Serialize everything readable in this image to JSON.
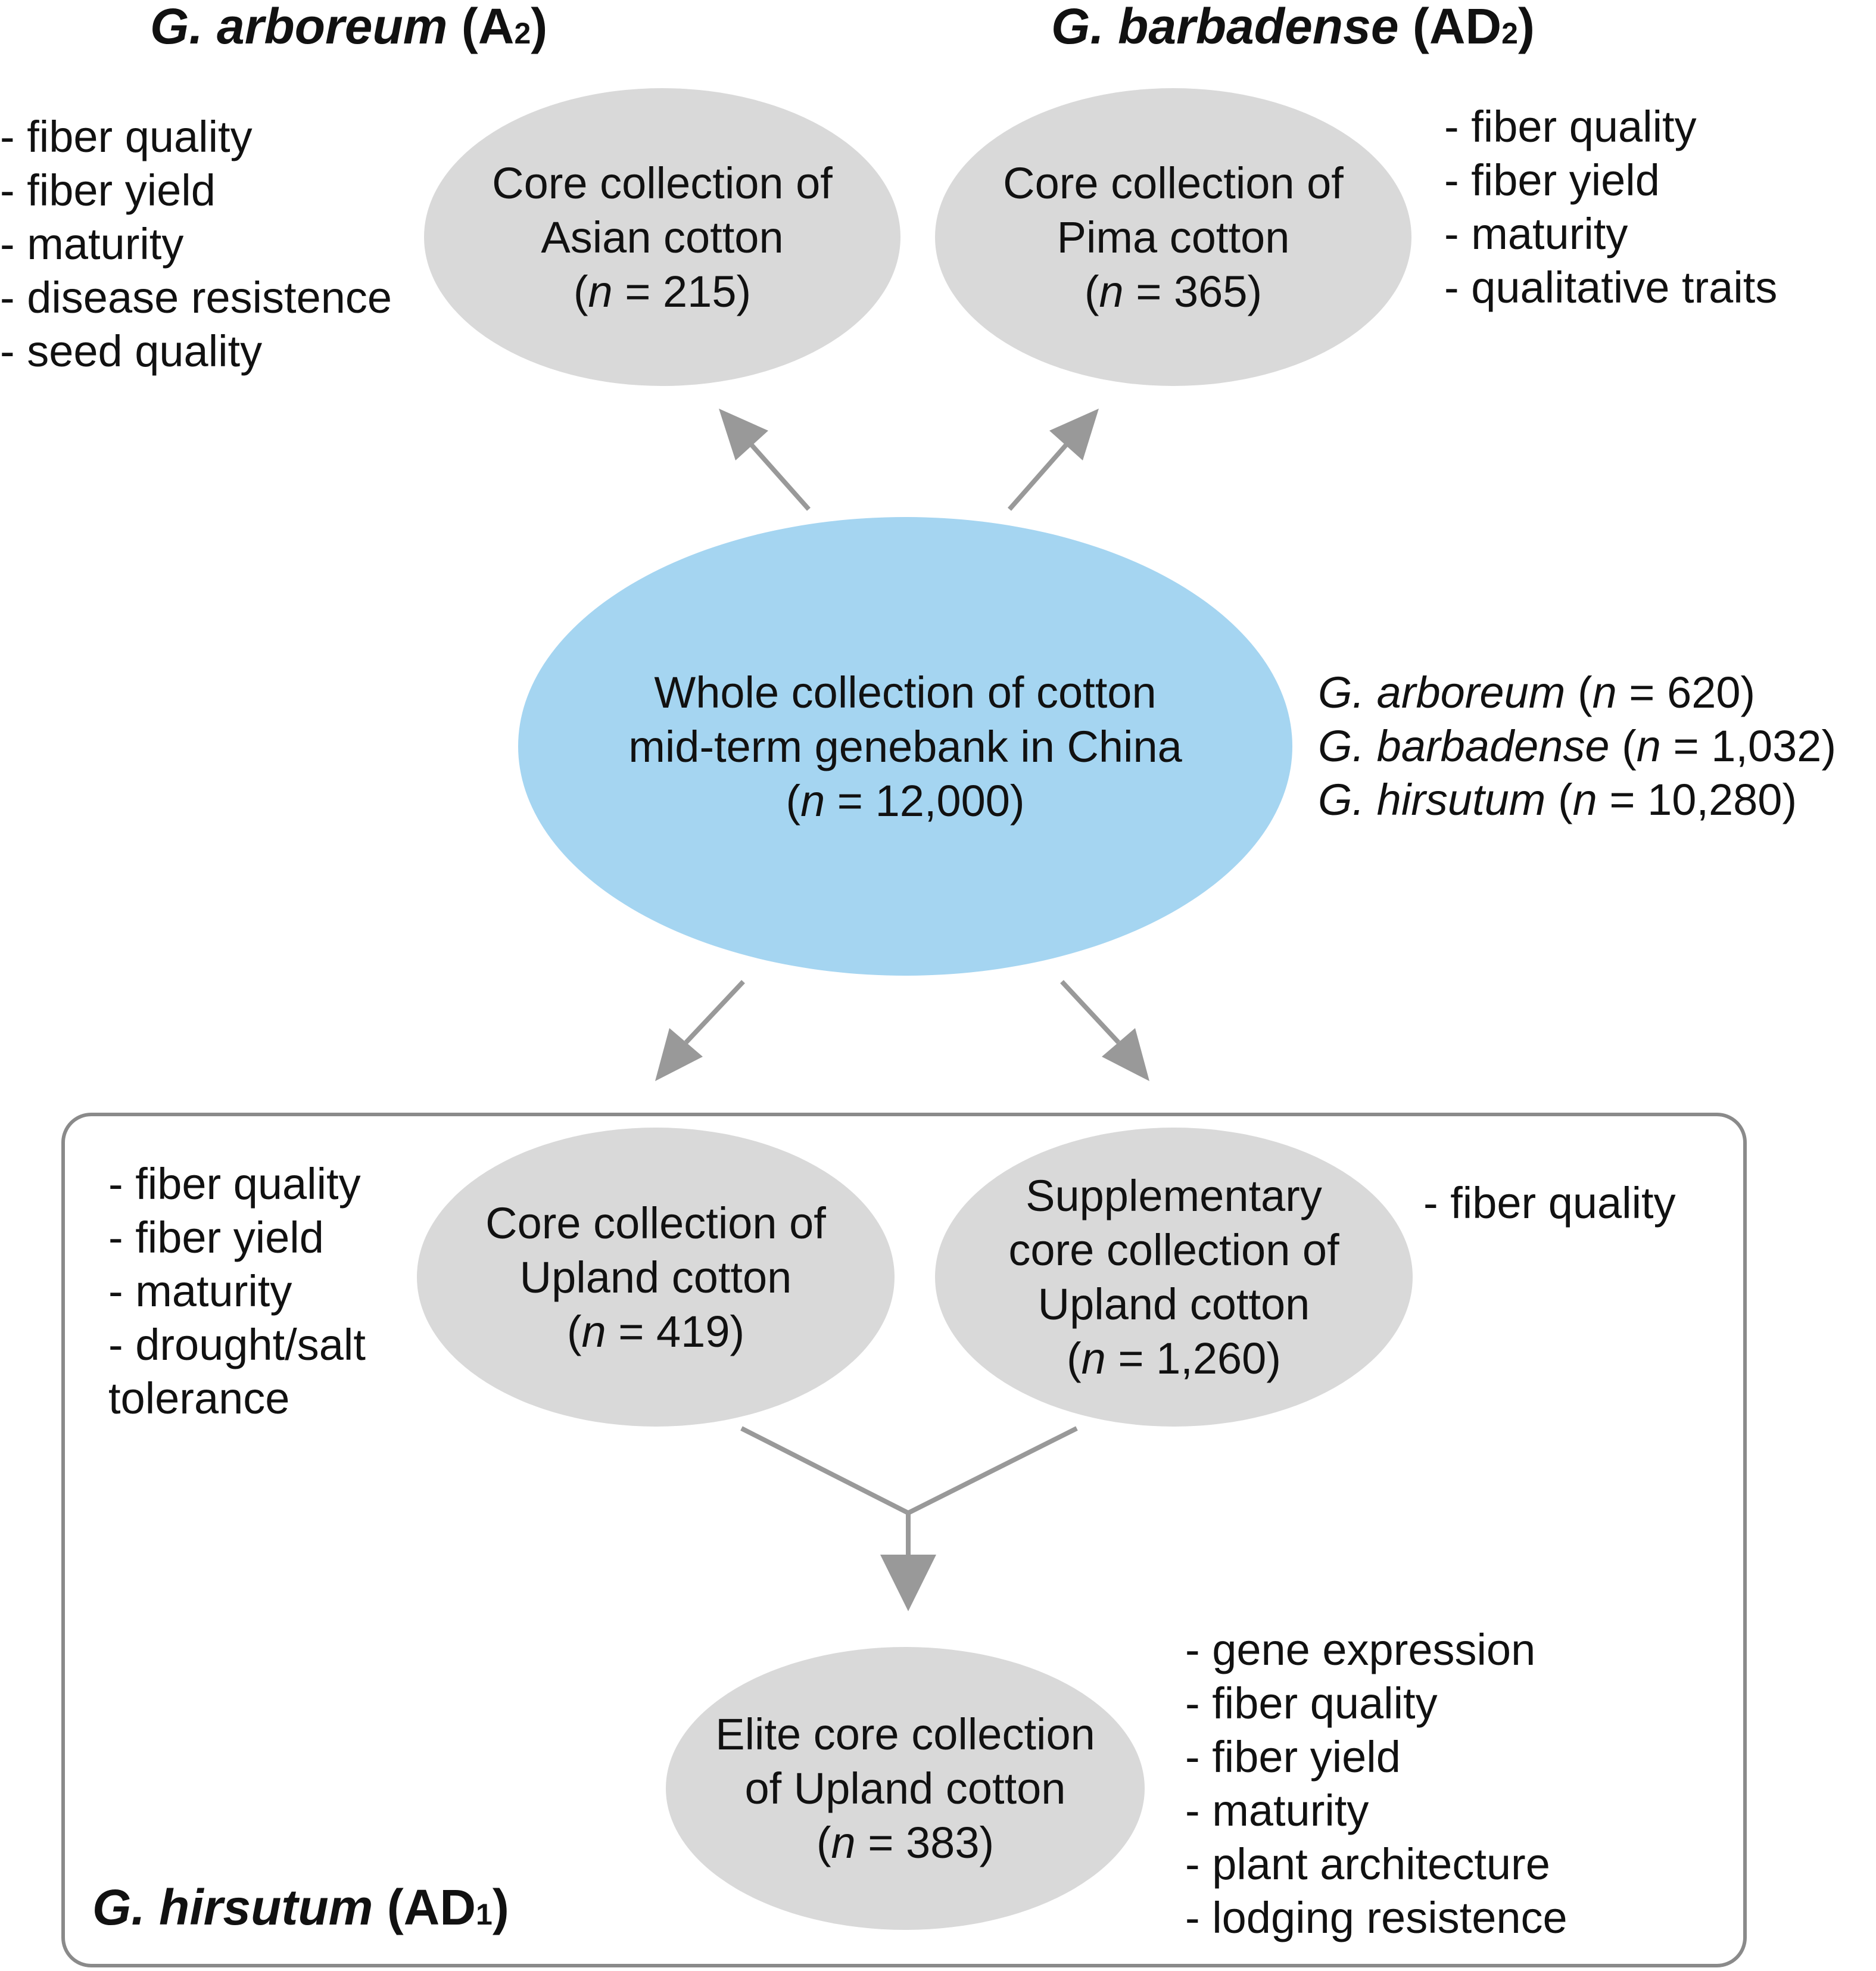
{
  "headings": {
    "arboreum": {
      "species": "G. arboreum",
      "genome_open": "(A",
      "genome_sub": "2",
      "genome_close": ")"
    },
    "barbadense": {
      "species": "G. barbadense",
      "genome_open": "(AD",
      "genome_sub": "2",
      "genome_close": ")"
    },
    "hirsutum": {
      "species": "G. hirsutum",
      "genome_open": "(AD",
      "genome_sub": "1",
      "genome_close": ")"
    }
  },
  "nodes": {
    "asian": {
      "line1": "Core collection of",
      "line2": "Asian cotton",
      "n_label": "n",
      "n_value": " = 215)",
      "n_open": "("
    },
    "pima": {
      "line1": "Core collection of",
      "line2": "Pima cotton",
      "n_label": "n",
      "n_value": " = 365)",
      "n_open": "("
    },
    "whole": {
      "line1": "Whole collection of cotton",
      "line2": "mid-term genebank in China",
      "n_label": "n",
      "n_value": " = 12,000)",
      "n_open": "("
    },
    "upland": {
      "line1": "Core collection of",
      "line2": "Upland cotton",
      "n_label": "n",
      "n_value": " = 419)",
      "n_open": "("
    },
    "supplementary": {
      "line1": "Supplementary",
      "line2": "core collection of",
      "line3": "Upland cotton",
      "n_label": "n",
      "n_value": " = 1,260)",
      "n_open": "("
    },
    "elite": {
      "line1": "Elite core collection",
      "line2": "of Upland cotton",
      "n_label": "n",
      "n_value": " = 383)",
      "n_open": "("
    }
  },
  "trait_lists": {
    "asian": [
      "- fiber quality",
      "- fiber yield",
      "- maturity",
      "- disease resistence",
      "- seed quality"
    ],
    "pima": [
      "- fiber quality",
      "- fiber yield",
      "- maturity",
      "- qualitative traits"
    ],
    "upland": [
      "- fiber quality",
      "- fiber yield",
      "- maturity",
      "- drought/salt",
      "tolerance"
    ],
    "supplementary": [
      "- fiber quality"
    ],
    "elite": [
      "- gene expression",
      "- fiber quality",
      "- fiber yield",
      "- maturity",
      "- plant architecture",
      "- lodging resistence"
    ]
  },
  "species_counts": [
    {
      "species": "G. arboreum",
      "n_label": "n",
      "value": " = 620)"
    },
    {
      "species": "G. barbadense",
      "n_label": "n",
      "value": " = 1,032)"
    },
    {
      "species": "G. hirsutum",
      "n_label": "n",
      "value": " = 10,280)"
    }
  ],
  "colors": {
    "gray_node": "#d9d9d9",
    "blue_node": "#a5d5f1",
    "arrow": "#999999",
    "box_border": "#8a8a8a"
  }
}
